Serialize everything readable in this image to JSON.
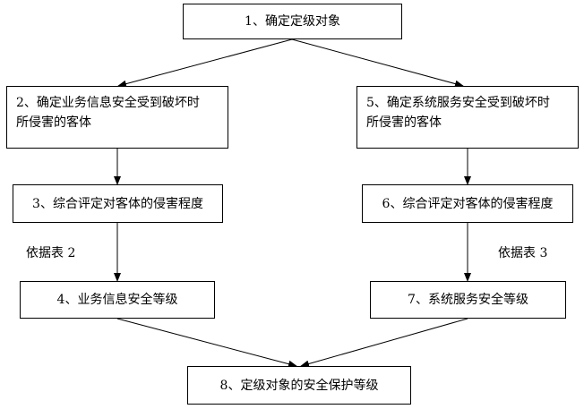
{
  "diagram": {
    "box1": "1、确定定级对象",
    "box2": {
      "line1": "2、确定业务信息安全受到破坏时",
      "line2": "所侵害的客体"
    },
    "box3": "3、综合评定对客体的侵害程度",
    "box4": "4、业务信息安全等级",
    "box5": {
      "line1": "5、确定系统服务安全受到破坏时",
      "line2": "所侵害的客体"
    },
    "box6": "6、综合评定对客体的侵害程度",
    "box7": "7、系统服务安全等级",
    "box8": "8、定级对象的安全保护等级",
    "note_left": "依据表 2",
    "note_right": "依据表 3"
  },
  "colors": {
    "line": "#000000",
    "box_border": "#000000",
    "background": "#ffffff"
  }
}
